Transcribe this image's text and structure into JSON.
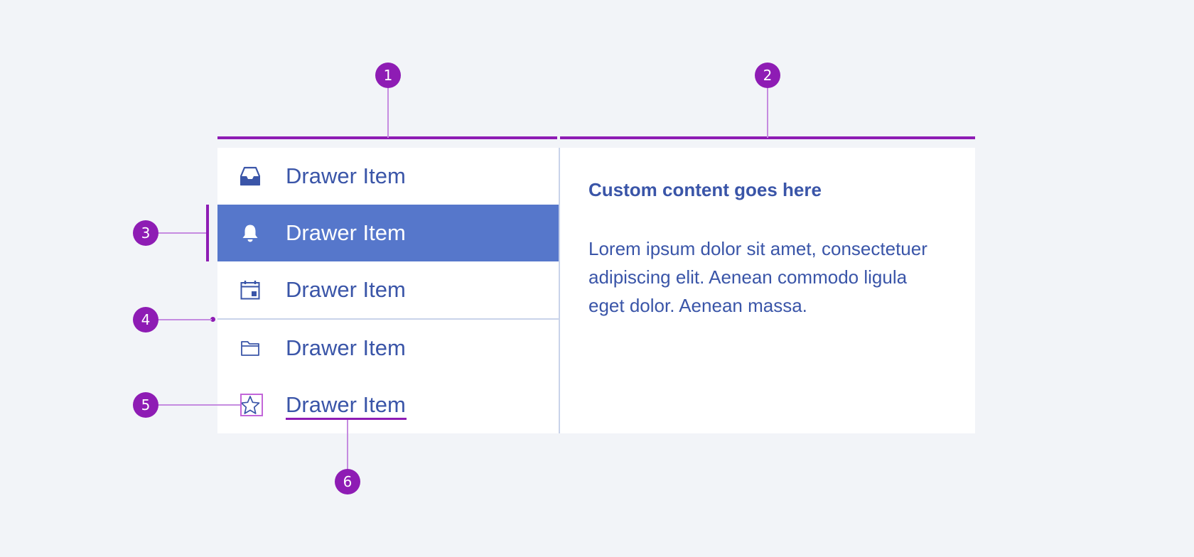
{
  "annotations": {
    "markers": [
      "1",
      "2",
      "3",
      "4",
      "5",
      "6"
    ]
  },
  "drawer": {
    "items": [
      {
        "label": "Drawer Item",
        "icon": "inbox-icon",
        "selected": false
      },
      {
        "label": "Drawer Item",
        "icon": "bell-icon",
        "selected": true
      },
      {
        "label": "Drawer Item",
        "icon": "calendar-icon",
        "selected": false
      },
      {
        "label": "Drawer Item",
        "icon": "folder-icon",
        "selected": false
      },
      {
        "label": "Drawer Item",
        "icon": "star-icon",
        "selected": false
      }
    ]
  },
  "content": {
    "heading": "Custom content goes here",
    "body": "Lorem ipsum dolor sit amet, consectetuer adipiscing elit. Aenean commodo ligula eget dolor. Aenean massa."
  },
  "colors": {
    "background": "#f2f4f8",
    "accent": "#8e1cb4",
    "selected_item": "#5677cb",
    "text": "#3a55a8"
  }
}
